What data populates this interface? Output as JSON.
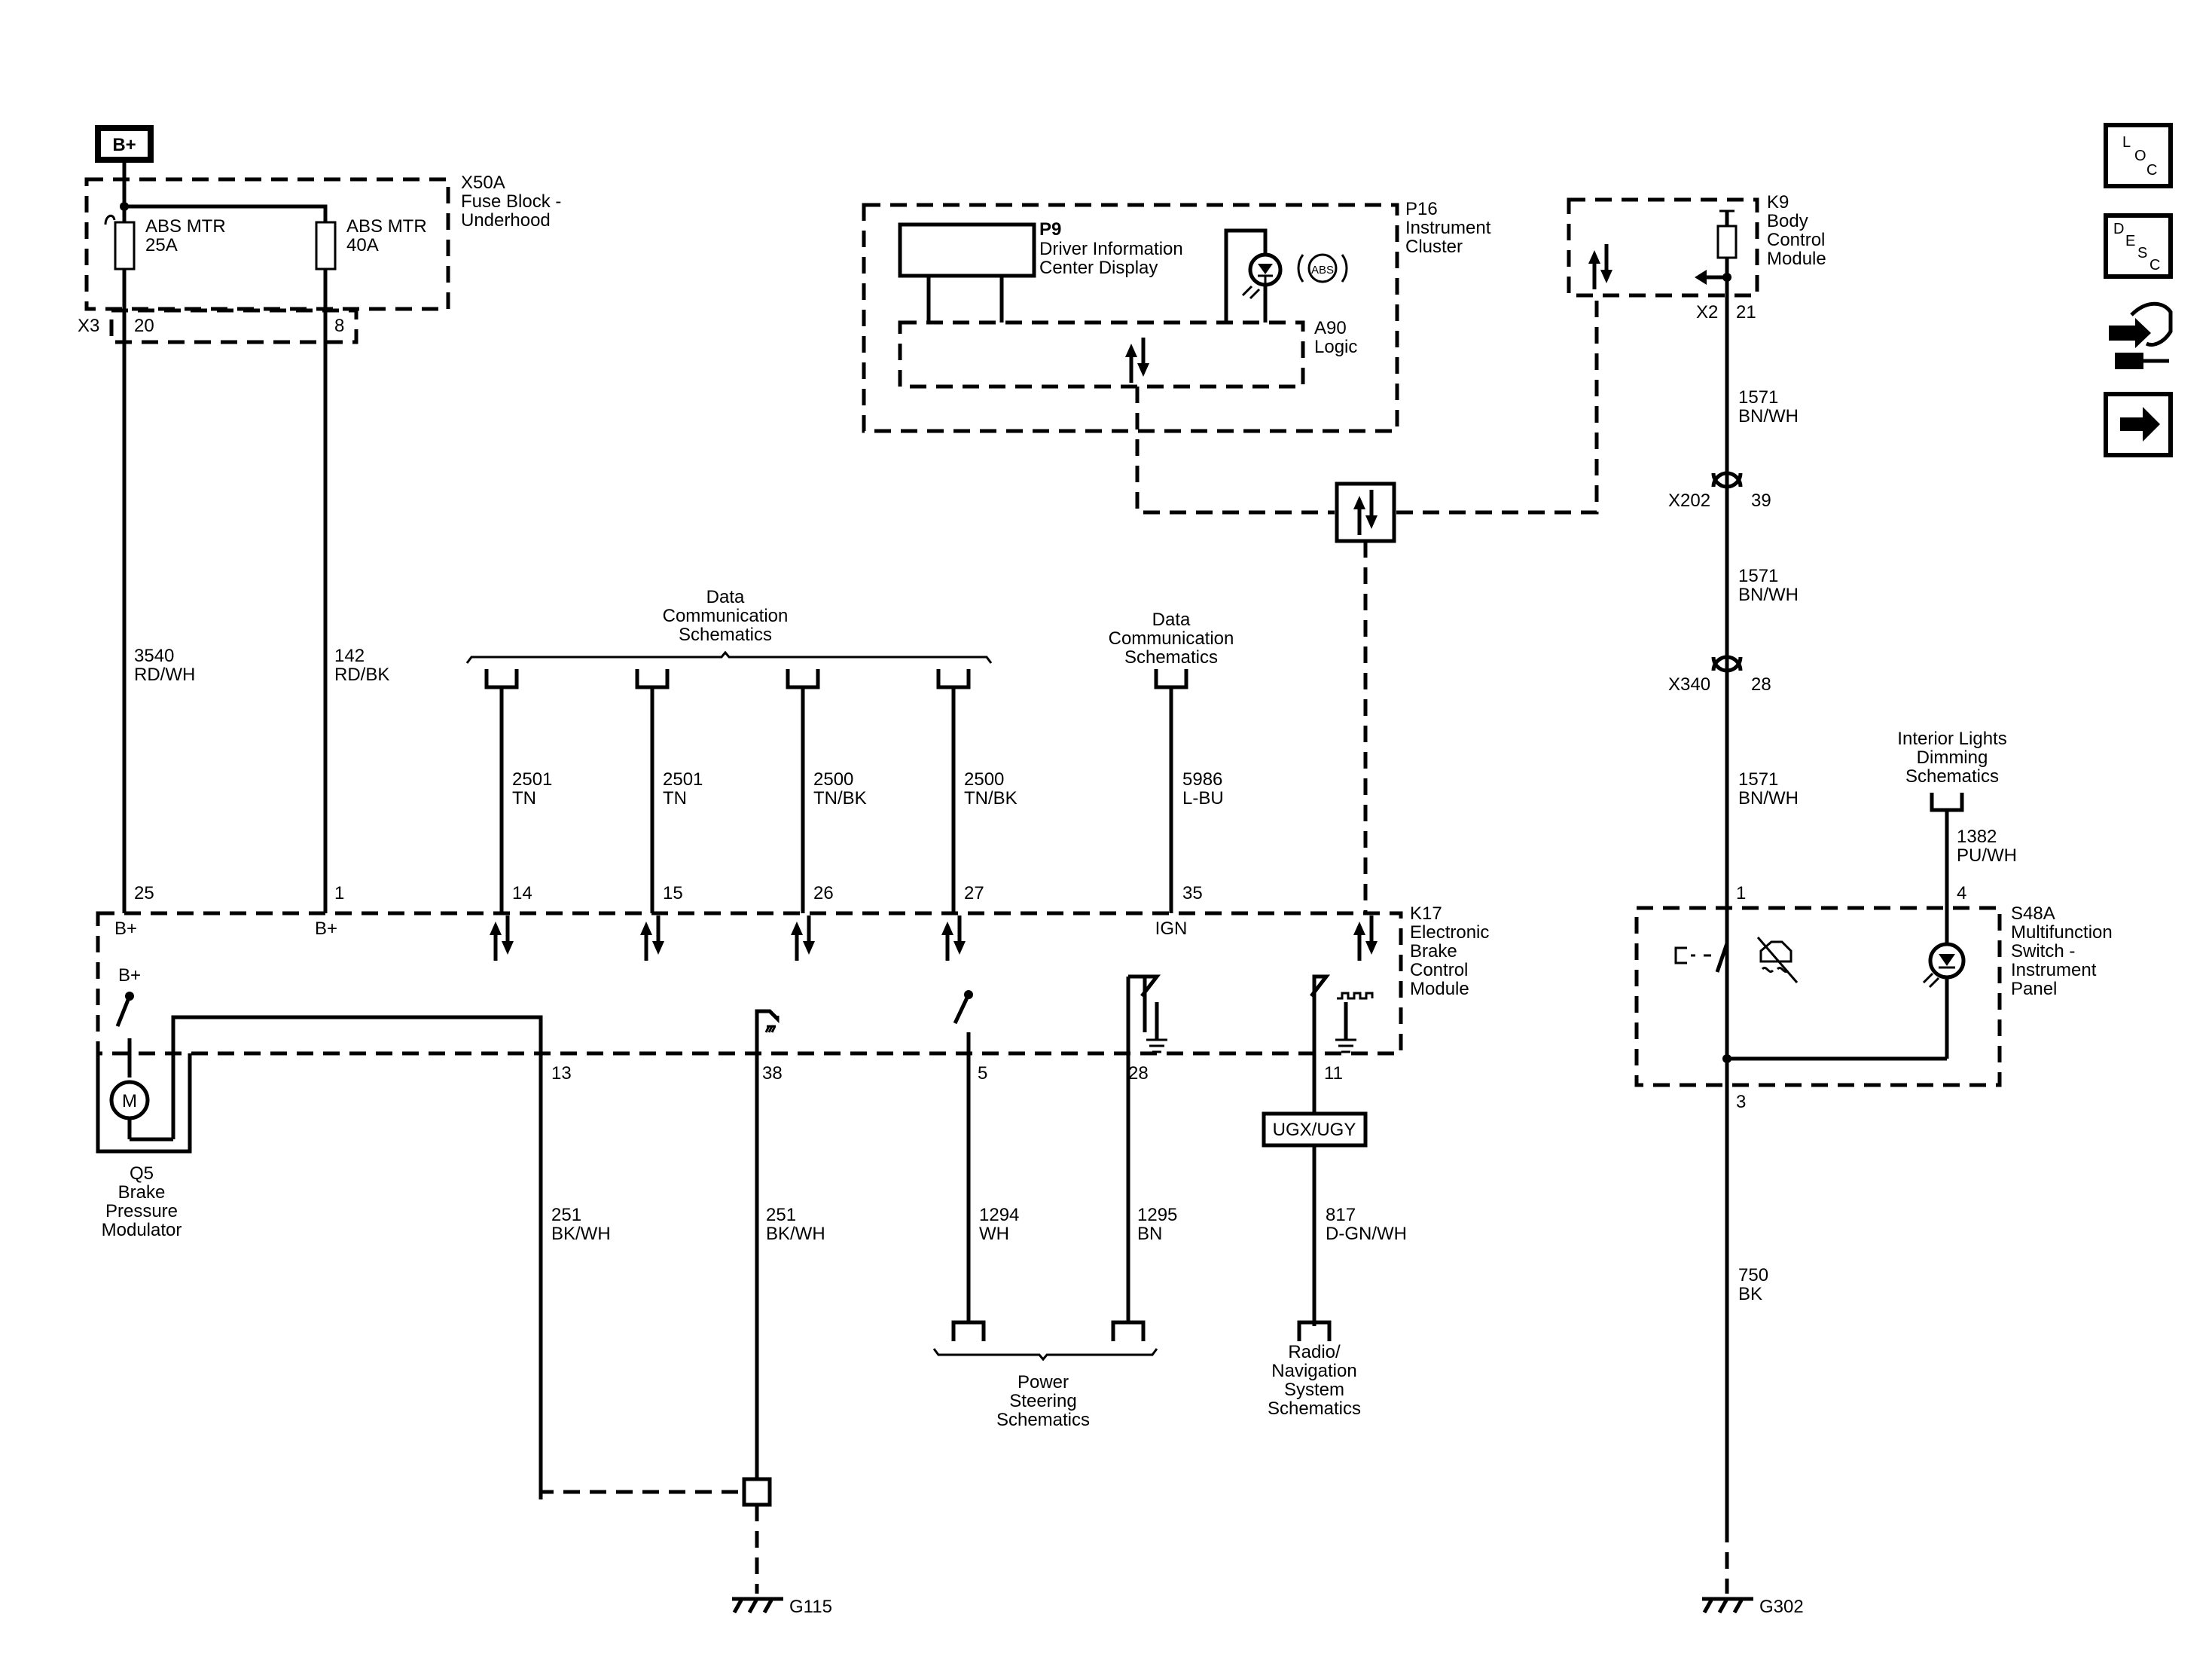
{
  "supply": {
    "label": "B+"
  },
  "fuse_block": {
    "id": "X50A",
    "name_lines": [
      "Fuse Block -",
      "Underhood"
    ],
    "connector": "X3",
    "fuses": [
      {
        "name": "ABS MTR",
        "rating": "25A",
        "pin": "20"
      },
      {
        "name": "ABS MTR",
        "rating": "40A",
        "pin": "8"
      }
    ]
  },
  "wires": {
    "w3540": {
      "circuit": "3540",
      "color": "RD/WH"
    },
    "w142": {
      "circuit": "142",
      "color": "RD/BK"
    },
    "w2501a": {
      "circuit": "2501",
      "color": "TN"
    },
    "w2501b": {
      "circuit": "2501",
      "color": "TN"
    },
    "w2500a": {
      "circuit": "2500",
      "color": "TN/BK"
    },
    "w2500b": {
      "circuit": "2500",
      "color": "TN/BK"
    },
    "w5986": {
      "circuit": "5986",
      "color": "L-BU"
    },
    "w1571a": {
      "circuit": "1571",
      "color": "BN/WH"
    },
    "w1571b": {
      "circuit": "1571",
      "color": "BN/WH"
    },
    "w1571c": {
      "circuit": "1571",
      "color": "BN/WH"
    },
    "w1382": {
      "circuit": "1382",
      "color": "PU/WH"
    },
    "w251a": {
      "circuit": "251",
      "color": "BK/WH"
    },
    "w251b": {
      "circuit": "251",
      "color": "BK/WH"
    },
    "w1294": {
      "circuit": "1294",
      "color": "WH"
    },
    "w1295": {
      "circuit": "1295",
      "color": "BN"
    },
    "w817": {
      "circuit": "817",
      "color": "D-GN/WH"
    },
    "w750": {
      "circuit": "750",
      "color": "BK"
    }
  },
  "refs": {
    "data_comm_1": [
      "Data",
      "Communication",
      "Schematics"
    ],
    "data_comm_2": [
      "Data",
      "Communication",
      "Schematics"
    ],
    "interior_lights": [
      "Interior Lights",
      "Dimming",
      "Schematics"
    ],
    "power_steering": [
      "Power",
      "Steering",
      "Schematics"
    ],
    "radio_nav": [
      "Radio/",
      "Navigation",
      "System",
      "Schematics"
    ]
  },
  "instrument_cluster": {
    "id": "P16",
    "name_lines": [
      "Instrument",
      "Cluster"
    ],
    "display": {
      "id": "P9",
      "name_lines": [
        "Driver Information",
        "Center Display"
      ]
    },
    "logic": {
      "id": "A90",
      "name": "Logic"
    },
    "abs_lamp": "ABS"
  },
  "bcm": {
    "id": "K9",
    "name_lines": [
      "Body",
      "Control",
      "Module"
    ],
    "connector": "X2",
    "pin": "21"
  },
  "inline_connectors": [
    {
      "id": "X202",
      "pin": "39"
    },
    {
      "id": "X340",
      "pin": "28"
    }
  ],
  "ebcm": {
    "id": "K17",
    "name_lines": [
      "Electronic",
      "Brake",
      "Control",
      "Module"
    ],
    "top_pins": [
      "25",
      "1",
      "14",
      "15",
      "26",
      "27",
      "35"
    ],
    "top_labels": {
      "p25": "B+",
      "p1": "B+",
      "p35": "IGN"
    },
    "bottom_pins": [
      "13",
      "38",
      "5",
      "28",
      "11"
    ],
    "switch_label": "B+"
  },
  "modulator": {
    "id": "Q5",
    "name_lines": [
      "Brake",
      "Pressure",
      "Modulator"
    ],
    "motor": "M"
  },
  "filter": {
    "label": "UGX/UGY"
  },
  "switch": {
    "id": "S48A",
    "name_lines": [
      "Multifunction",
      "Switch -",
      "Instrument",
      "Panel"
    ],
    "pins": [
      "1",
      "4",
      "3"
    ]
  },
  "grounds": [
    "G115",
    "G302"
  ],
  "nav_icons": [
    {
      "name": "loc",
      "letters": [
        "L",
        "O",
        "C"
      ]
    },
    {
      "name": "desc",
      "letters": [
        "D",
        "E",
        "S",
        "C"
      ]
    },
    {
      "name": "connector-views"
    },
    {
      "name": "next"
    }
  ]
}
